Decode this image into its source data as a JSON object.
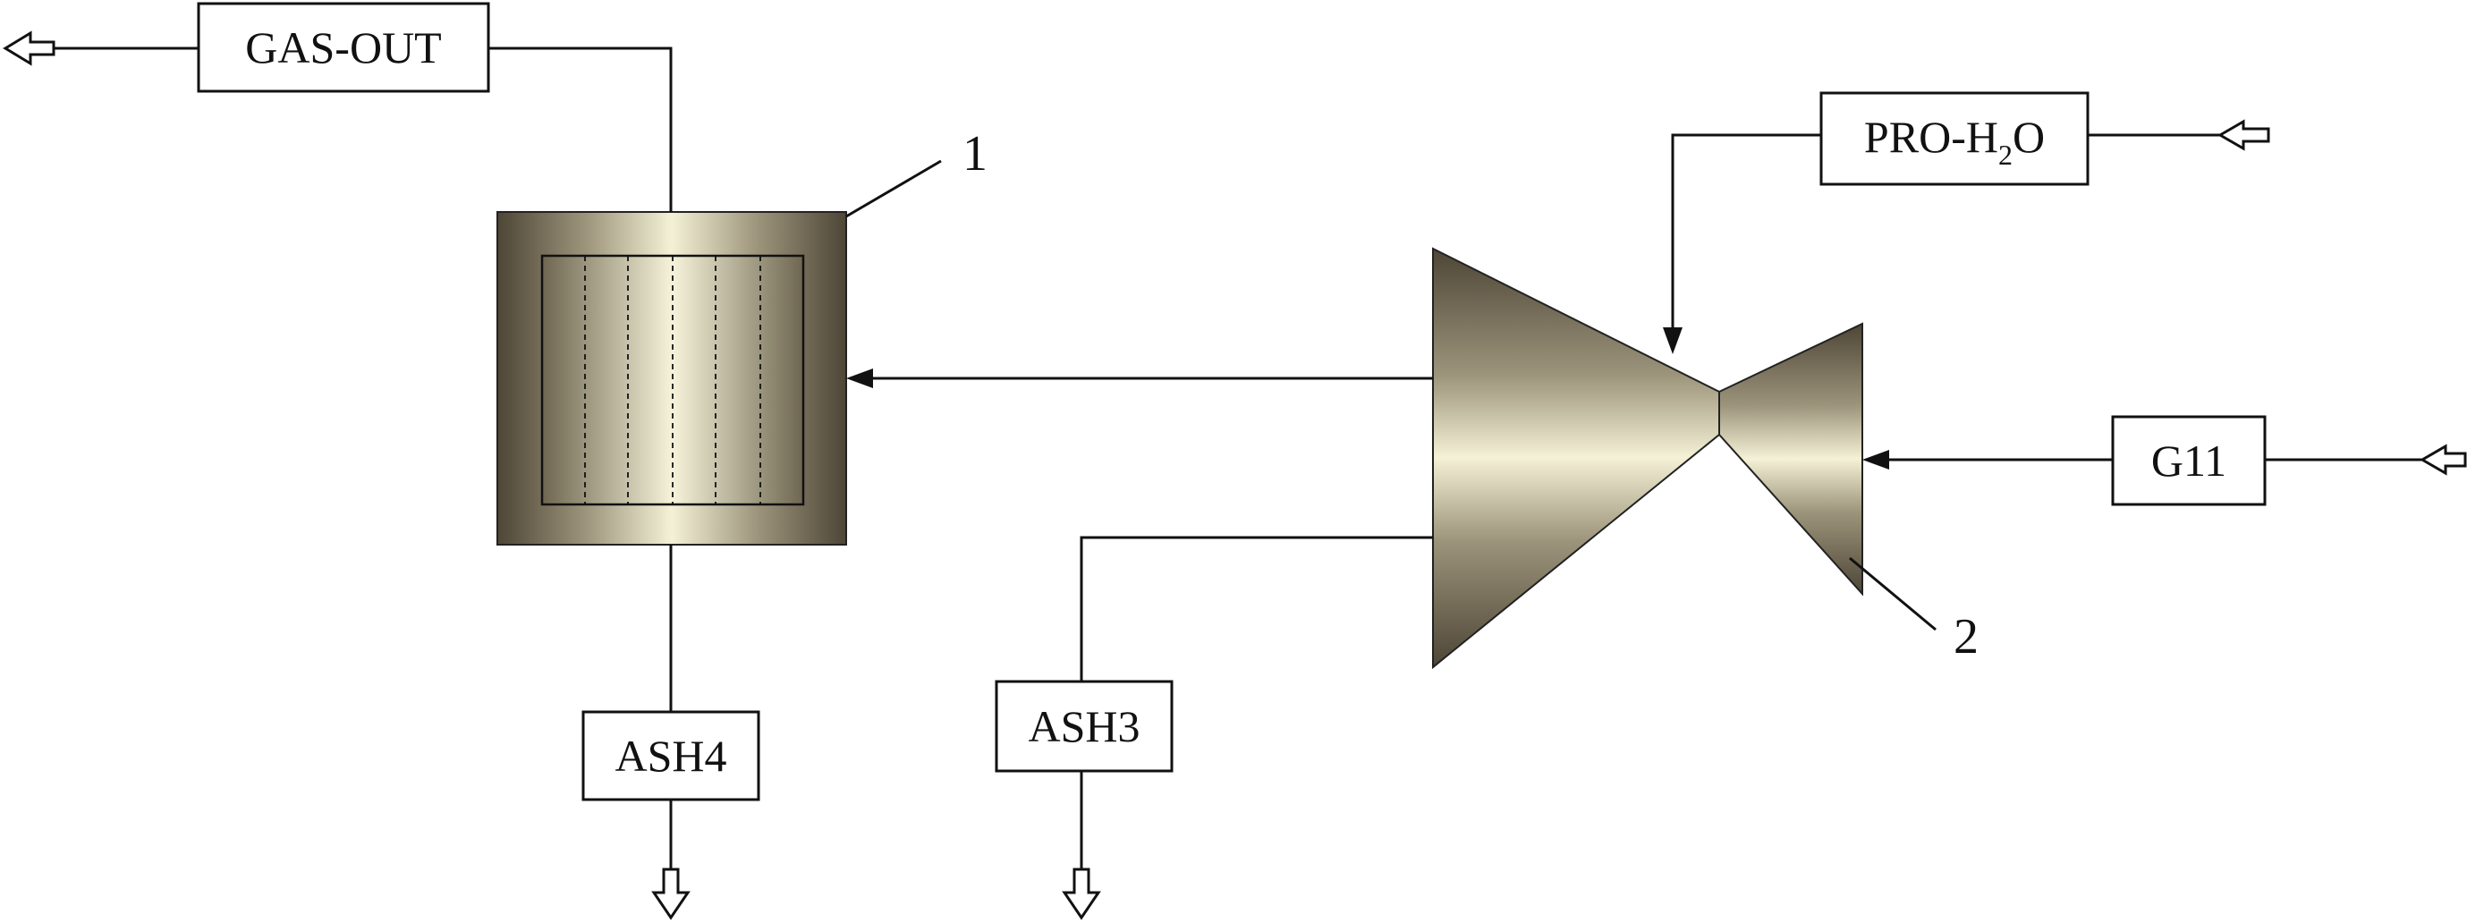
{
  "streams": {
    "gas_out": "GAS-OUT",
    "pro_h2o": {
      "prefix": "PRO-H",
      "subscript": "2",
      "suffix": "O"
    },
    "g11": "G11",
    "ash3": "ASH3",
    "ash4": "ASH4"
  },
  "units": {
    "unit1_number": "1",
    "unit2_number": "2"
  },
  "colors": {
    "equipment_dark": "#4e4636",
    "equipment_mid": "#9b937a",
    "equipment_light": "#f4f1d6",
    "line": "#111111"
  }
}
